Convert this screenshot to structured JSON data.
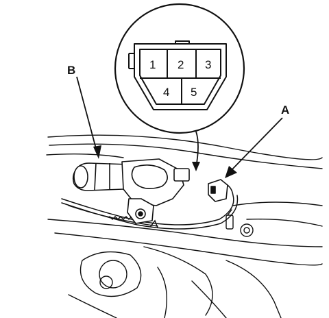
{
  "diagram": {
    "callouts": {
      "a": "A",
      "b": "B"
    },
    "connector_pins": [
      "1",
      "2",
      "3",
      "4",
      "5"
    ]
  }
}
